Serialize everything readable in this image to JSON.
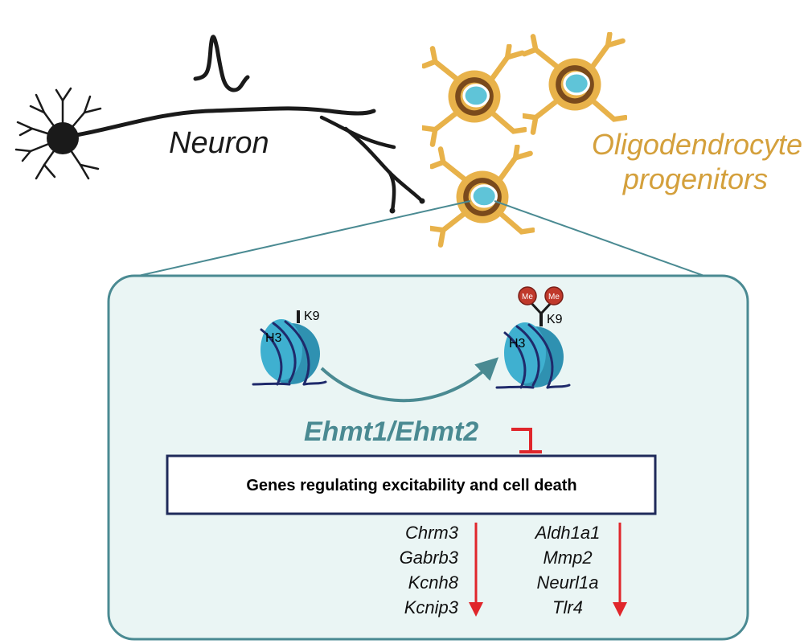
{
  "labels": {
    "neuron": "Neuron",
    "opc_line1": "Oligodendrocyte",
    "opc_line2": "progenitors",
    "enzyme": "Ehmt1/Ehmt2",
    "target_box": "Genes regulating excitability and cell death"
  },
  "histone": {
    "left": {
      "histone_label": "H3",
      "residue_label": "K9"
    },
    "right": {
      "histone_label": "H3",
      "residue_label": "K9",
      "mod_labels": [
        "Me",
        "Me"
      ]
    }
  },
  "gene_lists": {
    "left": [
      "Chrm3",
      "Gabrb3",
      "Kcnh8",
      "Kcnip3"
    ],
    "right": [
      "Aldh1a1",
      "Mmp2",
      "Neurl1a",
      "Tlr4"
    ]
  },
  "colors": {
    "neuron": "#1a1a1a",
    "opc_body": "#e8b24a",
    "opc_ring": "#7a4a1c",
    "opc_nucleus": "#5fc4d8",
    "panel_fill": "#eaf5f4",
    "panel_border": "#4a8a92",
    "nucleosome": "#3aa7c7",
    "dna": "#1f2a6b",
    "methyl": "#c0392b",
    "inhibit": "#e0262b",
    "down_arrow": "#e0262b",
    "box_border": "#1f2a5a"
  },
  "icons": {
    "action_potential": "action-potential-icon",
    "inhibition": "inhibition-icon",
    "decrease": "down-arrow-icon"
  }
}
